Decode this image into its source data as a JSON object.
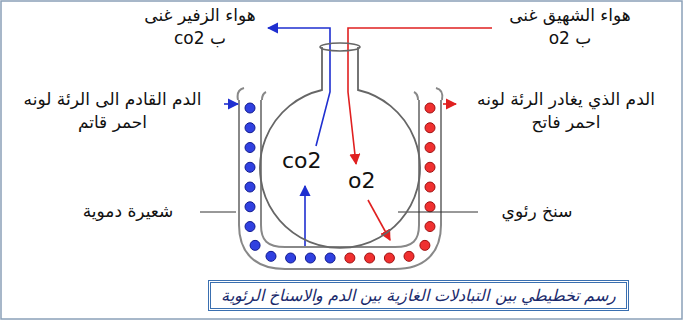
{
  "diagram": {
    "caption": "رسم تخطيطي بين التبادلات الغازية بين الدم والاسناخ الرئوية",
    "nodes": [
      {
        "text": [
          "co2",
          "o2"
        ]
      }
    ],
    "labels": [
      "هواء الزفير غنى ب co2",
      "هواء الشهيق غنى ب o2",
      "الدم القادم الى الرئة لونه احمر قاتم",
      "الدم الذي يغادر الرئة لونه احمر فاتح",
      "شعيرة دموية",
      "سنخ رئوي"
    ]
  }
}
